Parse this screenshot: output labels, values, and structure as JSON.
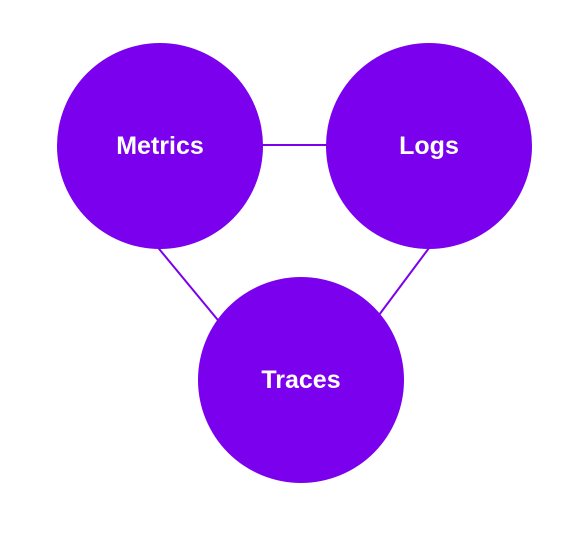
{
  "diagram": {
    "colors": {
      "node_fill": "#7a00ee",
      "edge_stroke": "#7a00ee",
      "label_text": "#ffffff",
      "background": "#ffffff"
    },
    "nodes": [
      {
        "id": "metrics",
        "label": "Metrics"
      },
      {
        "id": "logs",
        "label": "Logs"
      },
      {
        "id": "traces",
        "label": "Traces"
      }
    ],
    "edges": [
      {
        "from": "metrics",
        "to": "logs"
      },
      {
        "from": "metrics",
        "to": "traces"
      },
      {
        "from": "logs",
        "to": "traces"
      }
    ]
  }
}
